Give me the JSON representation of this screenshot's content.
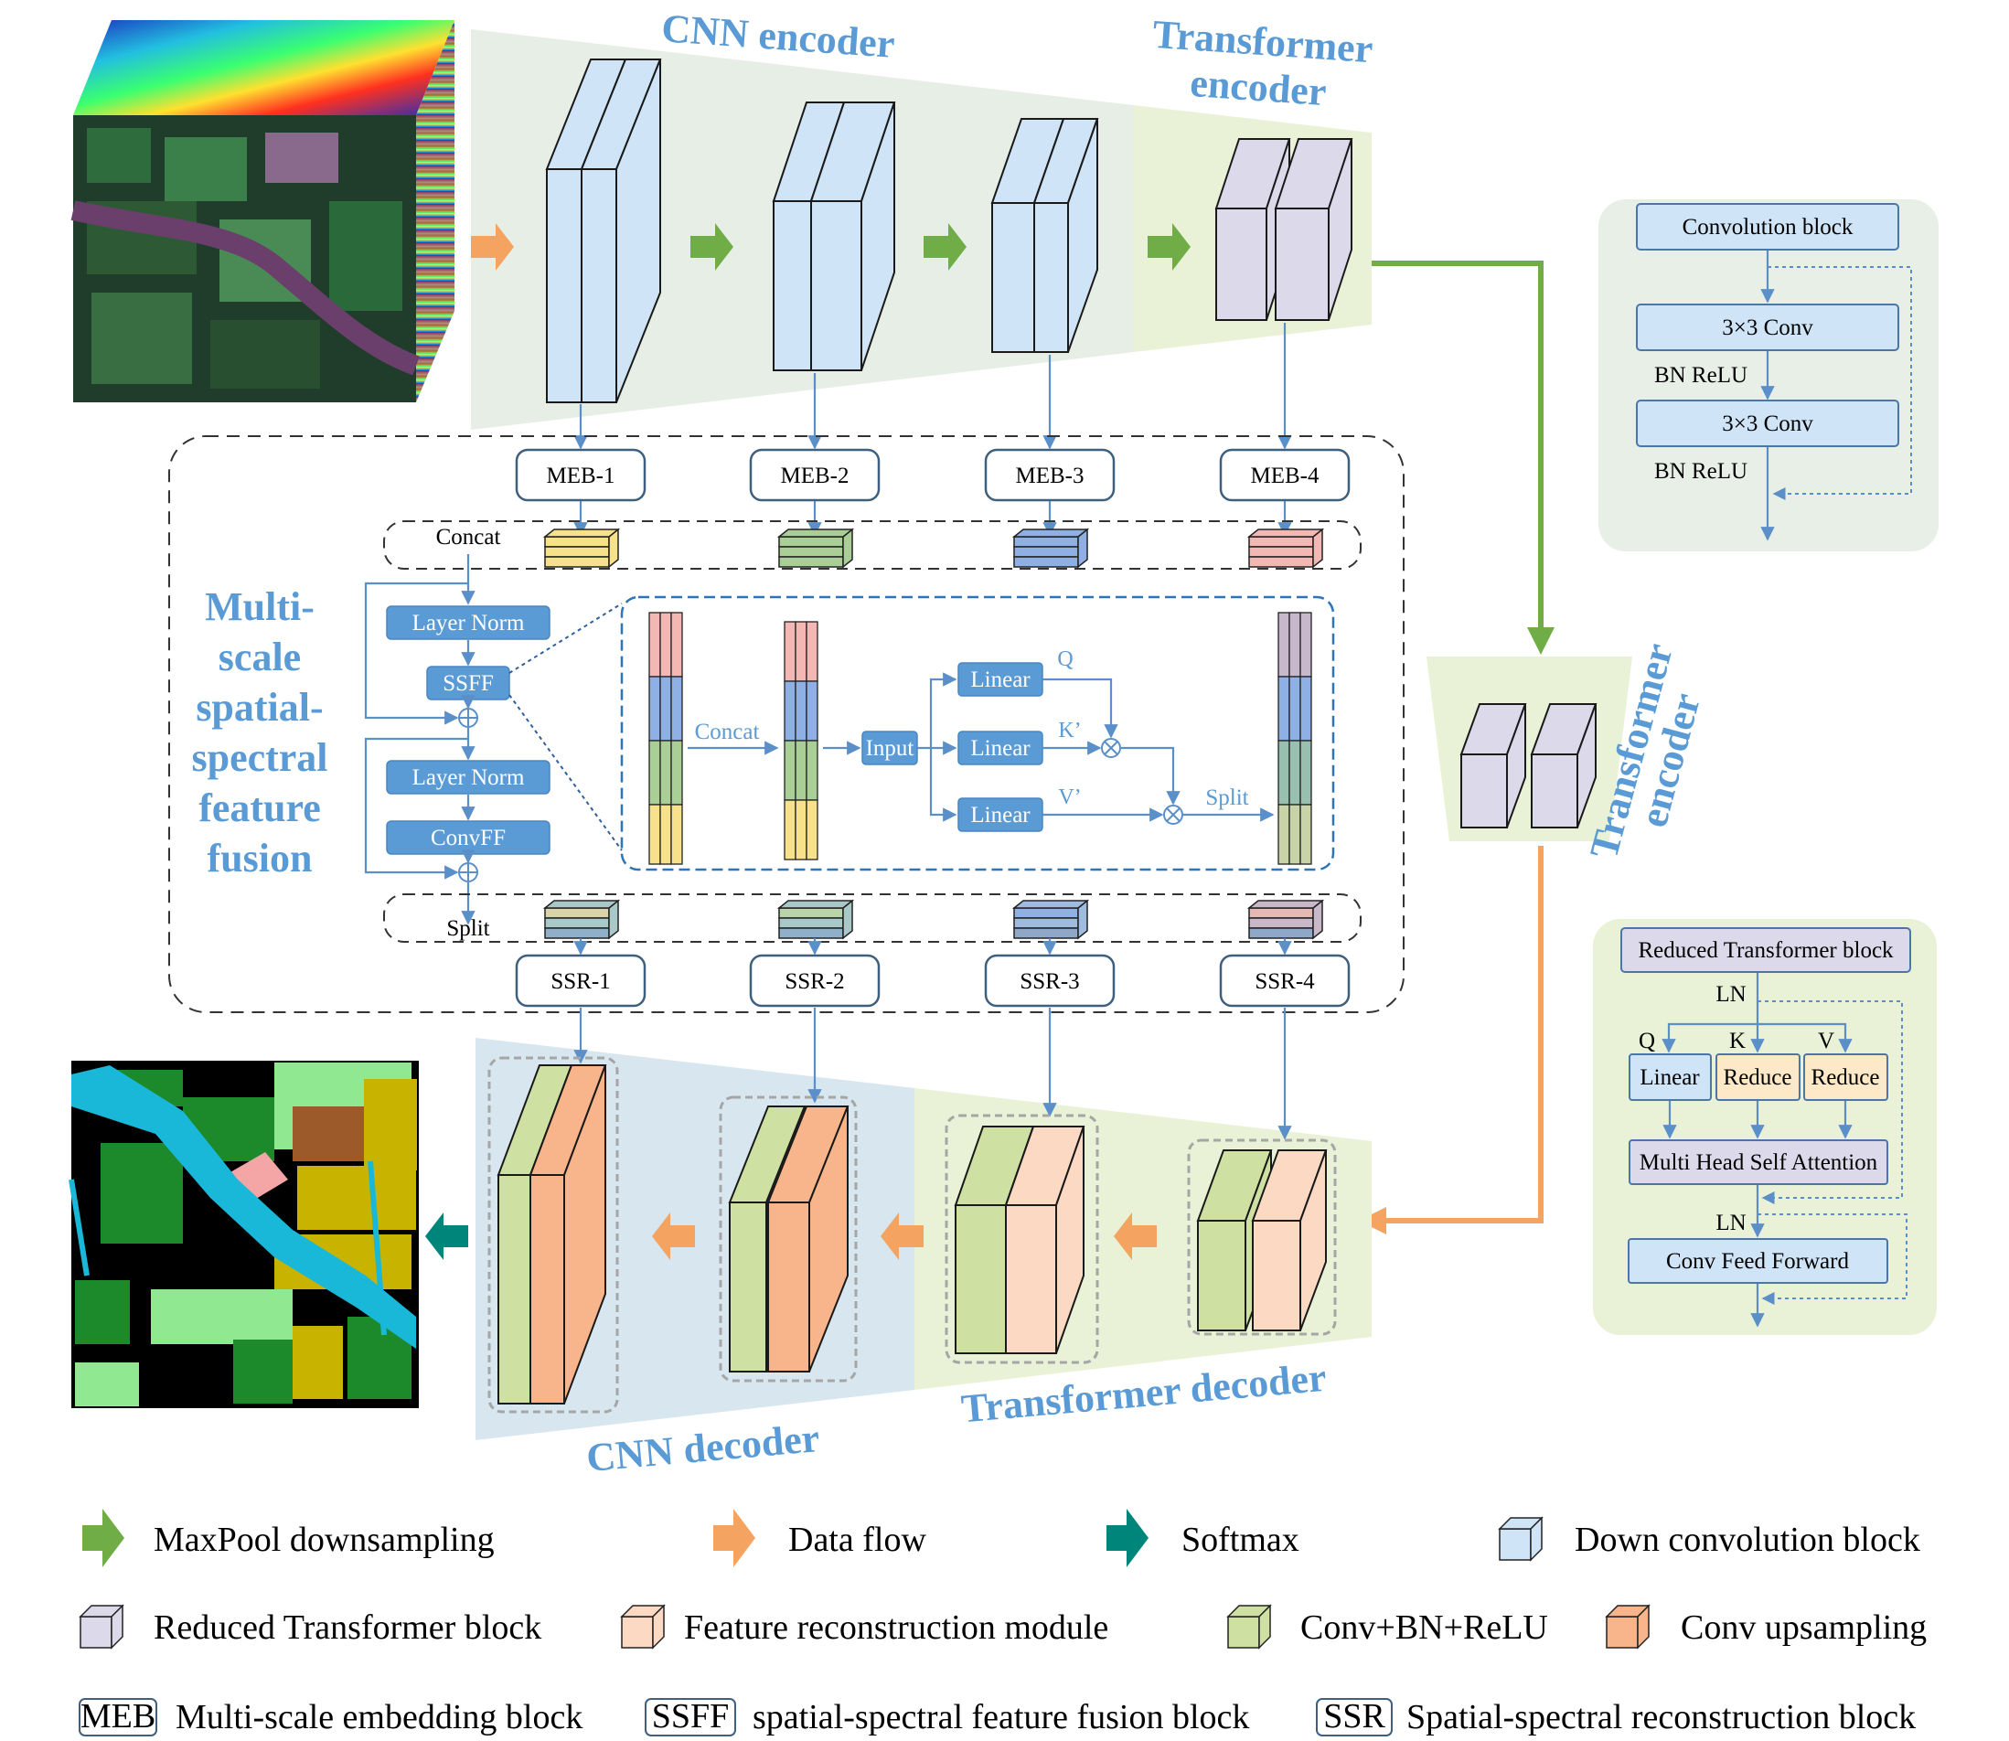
{
  "titles": {
    "cnn_encoder": "CNN encoder",
    "transformer_encoder_line1": "Transformer",
    "transformer_encoder_line2": "encoder",
    "cnn_decoder": "CNN decoder",
    "transformer_decoder": "Transformer decoder",
    "side_transformer_line1": "Transformer",
    "side_transformer_line2": "encoder",
    "fusion_lines": [
      "Multi-",
      "scale",
      "spatial-",
      "spectral",
      "feature",
      "fusion"
    ]
  },
  "meb": [
    "MEB-1",
    "MEB-2",
    "MEB-3",
    "MEB-4"
  ],
  "ssr": [
    "SSR-1",
    "SSR-2",
    "SSR-3",
    "SSR-4"
  ],
  "fusion": {
    "concat": "Concat",
    "split": "Split",
    "layer_norm_1": "Layer Norm",
    "ssff": "SSFF",
    "layer_norm_2": "Layer Norm",
    "convff": "ConvFF"
  },
  "ssff_detail": {
    "concat": "Concat",
    "input": "Input",
    "linear_q": "Linear",
    "linear_k": "Linear",
    "linear_v": "Linear",
    "q": "Q",
    "k": "K’",
    "v": "V’",
    "split": "Split",
    "mult": "⊗",
    "plus": "⊕"
  },
  "conv_block": {
    "title": "Convolution block",
    "conv1": "3×3 Conv",
    "bn1": "BN ReLU",
    "conv2": "3×3 Conv",
    "bn2": "BN ReLU"
  },
  "reduced_block": {
    "title": "Reduced Transformer block",
    "ln1": "LN",
    "q": "Q",
    "k": "K",
    "v": "V",
    "linear": "Linear",
    "reduce_k": "Reduce",
    "reduce_v": "Reduce",
    "mhsa": "Multi Head Self Attention",
    "ln2": "LN",
    "cff": "Conv Feed Forward"
  },
  "legend": {
    "maxpool": "MaxPool downsampling",
    "dataflow": "Data flow",
    "softmax": "Softmax",
    "downconv": "Down convolution block",
    "reduced": "Reduced Transformer block",
    "featrec": "Feature reconstruction module",
    "convbn": "Conv+BN+ReLU",
    "convup": "Conv upsampling",
    "meb_abbr": "MEB",
    "meb_text": "Multi-scale embedding block",
    "ssff_abbr": "SSFF",
    "ssff_text": "spatial-spectral feature fusion block",
    "ssr_abbr": "SSR",
    "ssr_text": "Spatial-spectral reconstruction block"
  },
  "colors": {
    "title_blue": "#5b9bd5",
    "green_arrow": "#70ad47",
    "orange_arrow": "#f4a460",
    "teal_arrow": "#00857a",
    "down_conv": "#cfe4f7",
    "reduced": "#dcd9ea",
    "feat_rec": "#fcd9c3",
    "conv_bn": "#cfe0a3",
    "conv_up": "#f8b48a"
  }
}
